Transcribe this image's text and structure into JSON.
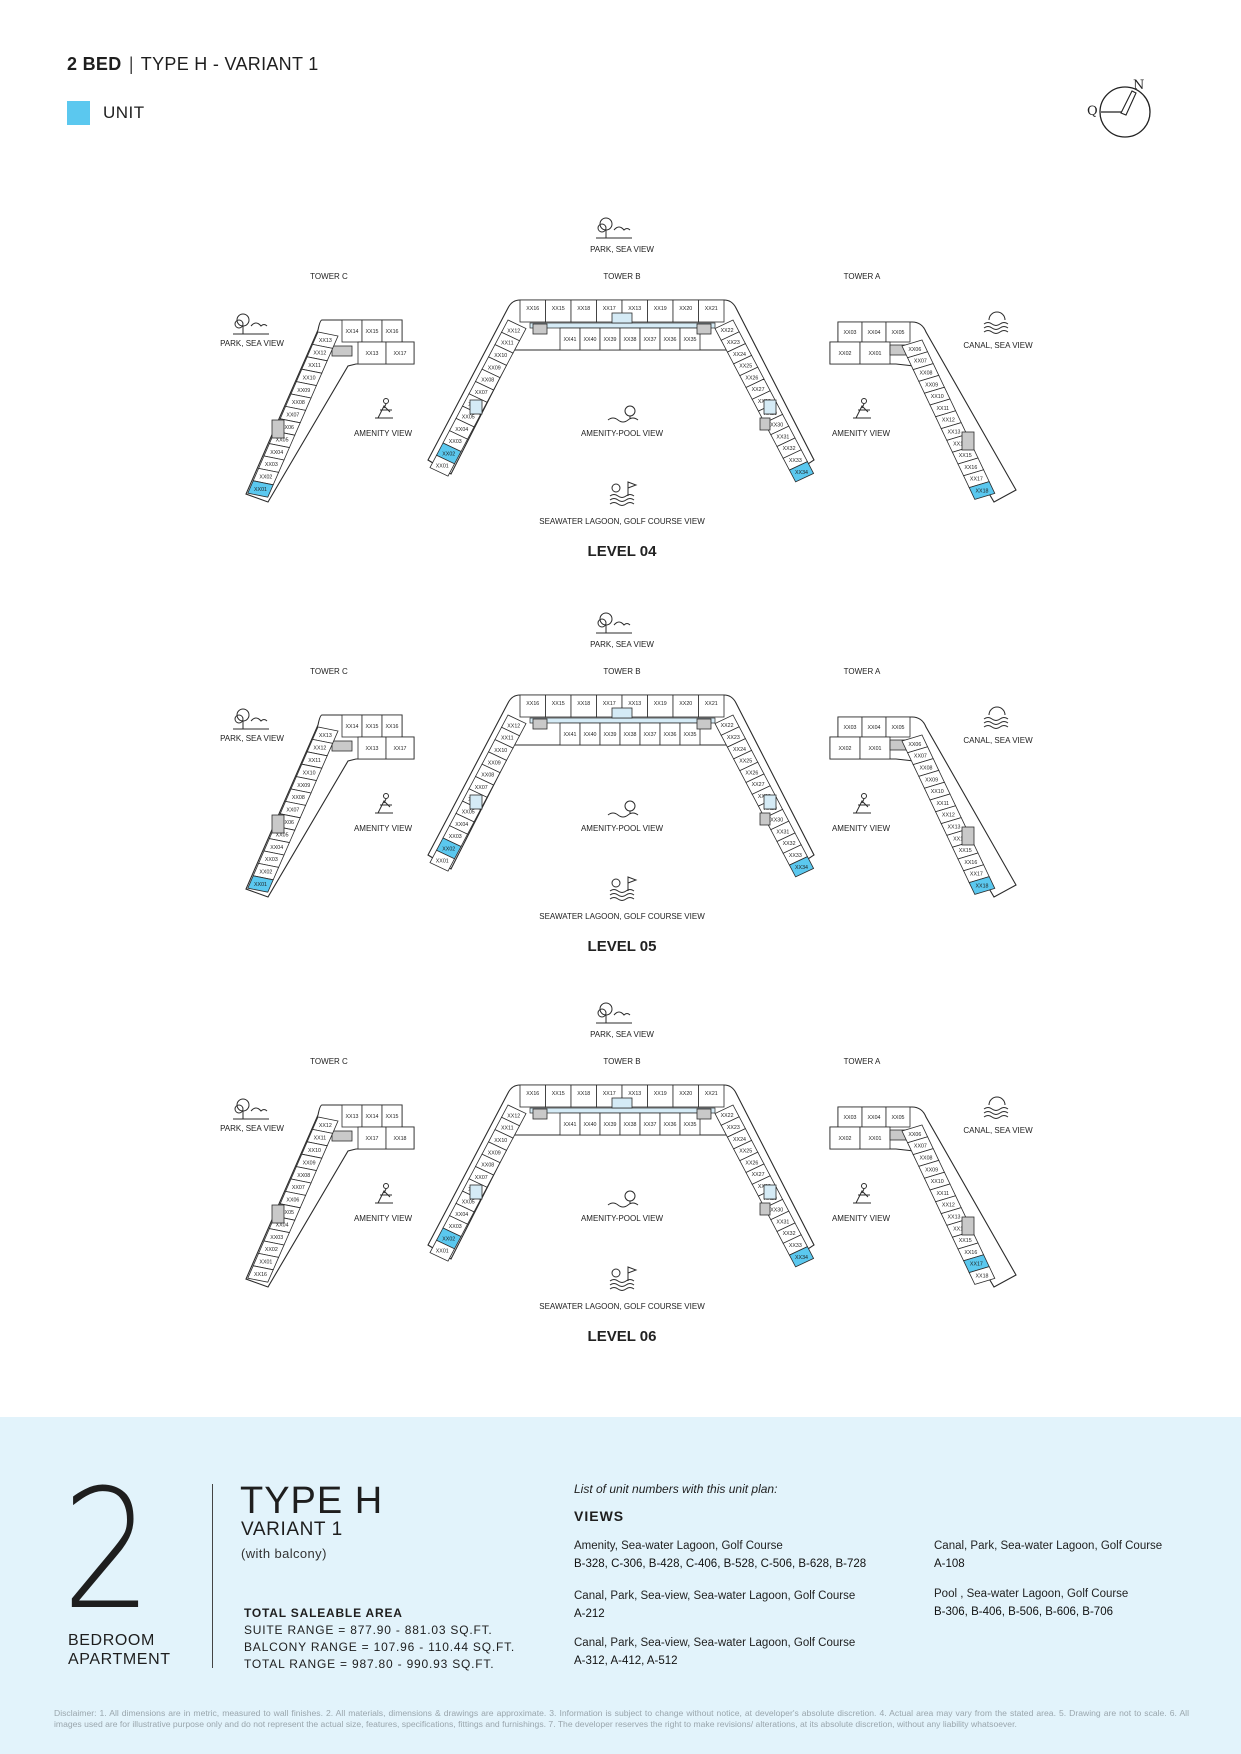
{
  "header": {
    "bed": "2 BED",
    "separator": "|",
    "type": "TYPE H - VARIANT 1"
  },
  "legend": {
    "label": "UNIT",
    "color": "#5bc8ef"
  },
  "compass": {
    "north": "N",
    "west": "Q"
  },
  "colors": {
    "highlight": "#5bc8ef",
    "core": "#d5ebf6",
    "stair": "#c9c9c9",
    "panel": "#e2f3fb"
  },
  "levels": [
    {
      "label": "LEVEL 04",
      "towers": {
        "c": "TOWER C",
        "b": "TOWER B",
        "a": "TOWER A"
      },
      "views": {
        "top": "PARK, SEA VIEW",
        "left": "PARK, SEA VIEW",
        "right": "CANAL, SEA VIEW",
        "amenity_left": "AMENITY VIEW",
        "amenity_right": "AMENITY VIEW",
        "center": "AMENITY-POOL VIEW",
        "bottom": "SEAWATER LAGOON, GOLF COURSE VIEW"
      },
      "units": {
        "b_top": [
          "XX16",
          "XX15",
          "XX18",
          "XX17",
          "XX13",
          "XX19",
          "XX20",
          "XX21"
        ],
        "b_inner": [
          "XX41",
          "XX40",
          "XX39",
          "XX38",
          "XX37",
          "XX36",
          "XX35"
        ],
        "b_left": [
          "XX12",
          "XX11",
          "XX10",
          "XX09",
          "XX08",
          "XX07",
          "XX06",
          "XX05",
          "XX04",
          "XX03",
          "XX02",
          "XX01"
        ],
        "b_right": [
          "XX22",
          "XX23",
          "XX24",
          "XX25",
          "XX26",
          "XX27",
          "XX28",
          "XX29",
          "XX30",
          "XX31",
          "XX32",
          "XX33",
          "XX34"
        ],
        "c_top": [
          "XX14",
          "XX15",
          "XX16"
        ],
        "c_inner": [
          "XX13",
          "XX17"
        ],
        "c_wing": [
          "XX13",
          "XX12",
          "XX11",
          "XX10",
          "XX09",
          "XX08",
          "XX07",
          "XX06",
          "XX05",
          "XX04",
          "XX03",
          "XX02",
          "XX01"
        ],
        "a_top": [
          "XX03",
          "XX04",
          "XX05"
        ],
        "a_inner": [
          "XX02",
          "XX01"
        ],
        "a_wing": [
          "XX06",
          "XX07",
          "XX08",
          "XX09",
          "XX10",
          "XX11",
          "XX12",
          "XX13",
          "XX14",
          "XX15",
          "XX16",
          "XX17",
          "XX18"
        ]
      }
    },
    {
      "label": "LEVEL 05",
      "towers": {
        "c": "TOWER C",
        "b": "TOWER B",
        "a": "TOWER A"
      },
      "views": {
        "top": "PARK, SEA VIEW",
        "left": "PARK, SEA VIEW",
        "right": "CANAL, SEA VIEW",
        "amenity_left": "AMENITY VIEW",
        "amenity_right": "AMENITY VIEW",
        "center": "AMENITY-POOL VIEW",
        "bottom": "SEAWATER LAGOON, GOLF COURSE VIEW"
      },
      "units": {
        "b_top": [
          "XX16",
          "XX15",
          "XX18",
          "XX17",
          "XX13",
          "XX19",
          "XX20",
          "XX21"
        ],
        "b_inner": [
          "XX41",
          "XX40",
          "XX39",
          "XX38",
          "XX37",
          "XX36",
          "XX35"
        ],
        "b_left": [
          "XX12",
          "XX11",
          "XX10",
          "XX09",
          "XX08",
          "XX07",
          "XX06",
          "XX05",
          "XX04",
          "XX03",
          "XX02",
          "XX01"
        ],
        "b_right": [
          "XX22",
          "XX23",
          "XX24",
          "XX25",
          "XX26",
          "XX27",
          "XX28",
          "XX29",
          "XX30",
          "XX31",
          "XX32",
          "XX33",
          "XX34"
        ],
        "c_top": [
          "XX14",
          "XX15",
          "XX16"
        ],
        "c_inner": [
          "XX13",
          "XX17"
        ],
        "c_wing": [
          "XX13",
          "XX12",
          "XX11",
          "XX10",
          "XX09",
          "XX08",
          "XX07",
          "XX06",
          "XX05",
          "XX04",
          "XX03",
          "XX02",
          "XX01"
        ],
        "a_top": [
          "XX03",
          "XX04",
          "XX05"
        ],
        "a_inner": [
          "XX02",
          "XX01"
        ],
        "a_wing": [
          "XX06",
          "XX07",
          "XX08",
          "XX09",
          "XX10",
          "XX11",
          "XX12",
          "XX13",
          "XX14",
          "XX15",
          "XX16",
          "XX17",
          "XX18"
        ]
      }
    },
    {
      "label": "LEVEL 06",
      "towers": {
        "c": "TOWER C",
        "b": "TOWER B",
        "a": "TOWER A"
      },
      "views": {
        "top": "PARK, SEA VIEW",
        "left": "PARK, SEA VIEW",
        "right": "CANAL, SEA VIEW",
        "amenity_left": "AMENITY VIEW",
        "amenity_right": "AMENITY VIEW",
        "center": "AMENITY-POOL VIEW",
        "bottom": "SEAWATER LAGOON, GOLF COURSE VIEW"
      },
      "units": {
        "b_top": [
          "XX16",
          "XX15",
          "XX18",
          "XX17",
          "XX13",
          "XX19",
          "XX20",
          "XX21"
        ],
        "b_inner": [
          "XX41",
          "XX40",
          "XX39",
          "XX38",
          "XX37",
          "XX36",
          "XX35"
        ],
        "b_left": [
          "XX12",
          "XX11",
          "XX10",
          "XX09",
          "XX08",
          "XX07",
          "XX06",
          "XX05",
          "XX04",
          "XX03",
          "XX02",
          "XX01"
        ],
        "b_right": [
          "XX22",
          "XX23",
          "XX24",
          "XX25",
          "XX26",
          "XX27",
          "XX28",
          "XX29",
          "XX30",
          "XX31",
          "XX32",
          "XX33",
          "XX34"
        ],
        "c_top": [
          "XX13",
          "XX14",
          "XX15"
        ],
        "c_inner": [
          "XX17",
          "XX18"
        ],
        "c_wing": [
          "XX12",
          "XX11",
          "XX10",
          "XX09",
          "XX08",
          "XX07",
          "XX06",
          "XX05",
          "XX04",
          "XX03",
          "XX02",
          "XX01",
          "XX16"
        ],
        "a_top": [
          "XX03",
          "XX04",
          "XX05"
        ],
        "a_inner": [
          "XX02",
          "XX01"
        ],
        "a_wing": [
          "XX06",
          "XX07",
          "XX08",
          "XX09",
          "XX10",
          "XX11",
          "XX12",
          "XX13",
          "XX14",
          "XX15",
          "XX16",
          "XX17",
          "XX18"
        ]
      }
    }
  ],
  "summary": {
    "number": "2",
    "bedroom": "BEDROOM",
    "apartment": "APARTMENT",
    "type": "TYPE H",
    "variant": "VARIANT 1",
    "balcony": "(with balcony)",
    "area_title": "TOTAL SALEABLE AREA",
    "suite_range": "SUITE RANGE = 877.90 - 881.03 SQ.FT.",
    "balcony_range": "BALCONY RANGE = 107.96 - 110.44 SQ.FT.",
    "total_range": "TOTAL RANGE = 987.80 - 990.93 SQ.FT."
  },
  "unit_list": {
    "intro": "List of unit numbers with this unit plan:",
    "views_title": "VIEWS",
    "groups": [
      {
        "view": "Amenity, Sea-water Lagoon, Golf Course",
        "units": "B-328, C-306, B-428, C-406, B-528, C-506, B-628, B-728"
      },
      {
        "view": "Canal, Park, Sea-view,  Sea-water Lagoon, Golf Course",
        "units": "A-212"
      },
      {
        "view": "Canal, Park, Sea-view, Sea-water Lagoon, Golf Course",
        "units": "A-312, A-412, A-512"
      },
      {
        "view": "Canal, Park, Sea-water Lagoon, Golf Course",
        "units": "A-108"
      },
      {
        "view": "Pool , Sea-water Lagoon, Golf Course",
        "units": "B-306, B-406, B-506, B-606, B-706"
      }
    ]
  },
  "disclaimer": "Disclaimer: 1. All dimensions are in metric, measured to wall finishes. 2. All materials, dimensions & drawings are approximate. 3. Information is subject to change without notice, at developer's absolute discretion. 4. Actual area may vary from the stated area. 5. Drawing are not to scale. 6. All images used are for illustrative purpose only and do not represent the actual size, features, specifications, fittings and furnishings. 7. The developer reserves the right to make revisions/ alterations, at its absolute discretion, without any liability whatsoever."
}
